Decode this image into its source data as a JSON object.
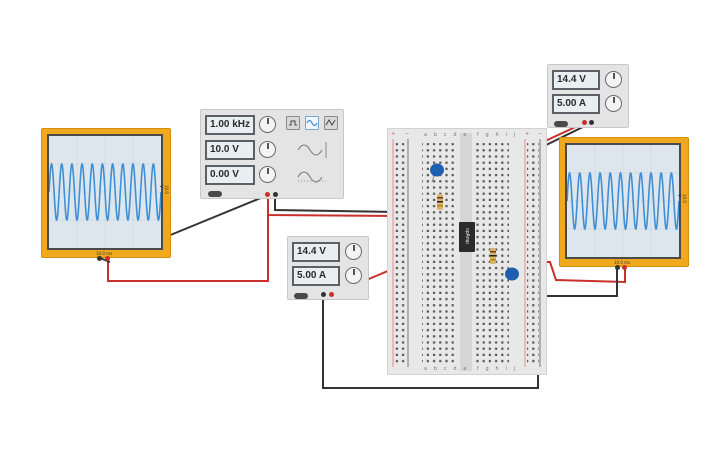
{
  "scope_left": {
    "time_div": "10.0 ms",
    "volt_div": "10.0 V",
    "wave_color": "#3f8fd6"
  },
  "scope_right": {
    "time_div": "10.0 ms",
    "volt_div": "10.0 V",
    "wave_color": "#3f8fd6"
  },
  "function_generator": {
    "frequency": "1.00 kHz",
    "amplitude": "10.0 V",
    "offset": "0.00 V",
    "waveforms": [
      "square-wave-icon",
      "sine-wave-icon",
      "triangle-wave-icon"
    ],
    "selected_waveform": "sine"
  },
  "power_supply_top": {
    "voltage": "14.4 V",
    "current": "5.00 A"
  },
  "power_supply_bottom": {
    "voltage": "14.4 V",
    "current": "5.00 A"
  },
  "breadboard": {
    "columns_left": "a b c d e",
    "columns_right": "f g h i j",
    "rail_plus": "+",
    "rail_minus": "−"
  },
  "opamp": {
    "label": "opAmp"
  },
  "colors": {
    "scope_frame": "#f0a81e",
    "wire_red": "#c9302c",
    "wire_black": "#333333",
    "wire_teal": "#5bb6c9",
    "capacitor": "#1f5fb0"
  }
}
